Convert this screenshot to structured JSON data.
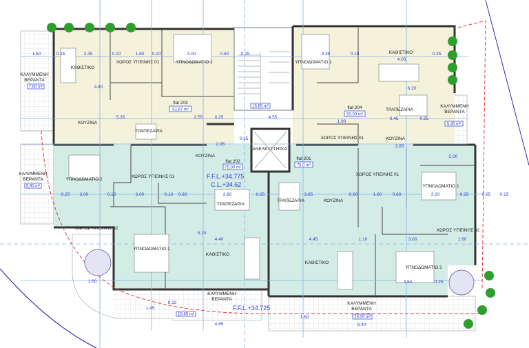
{
  "colors": {
    "flat_203_204": "#f4f2da",
    "flat_201_202": "#d3ece6",
    "dimension": "#2b3fd6",
    "wall": "#333333",
    "grid": "#7fb3ea",
    "boundary": "#e03a3a"
  },
  "flats": [
    {
      "name": "flat 203",
      "area": "51.87 m²"
    },
    {
      "name": "flat 204",
      "area": "50.00 m²"
    },
    {
      "name": "flat 202",
      "area": "75.00 m²"
    },
    {
      "name": "flat 201",
      "area": "75.0 m²"
    }
  ],
  "rooms": {
    "living": "ΚΑΘΙΣΤΙΚΟ",
    "bedroom1": "ΥΠΝΟΔΩΜΑΤΙΟ 1",
    "bedroom2": "ΥΠΝΟΔΩΜΑΤΙΟ 2",
    "kitchen": "ΚΟΥΖΙΝΑ",
    "dining": "ΤΡΑΠΕΖΑΡΙΑ",
    "bath01": "ΧΩΡΟΣ ΥΓΙΕΙΝΗΣ 01",
    "bath02": "ΧΩΡΟΣ ΥΓΙΕΙΝΗΣ 02",
    "elevator": "ΑΝΕΛΚΥΣΤΗΡΑΣ",
    "veranda_l1": "ΚΑΛΥΜΜΕΝΗ",
    "veranda_l2": "ΒΕΡΑΝΤΑ"
  },
  "veranda_areas": [
    "7.60 m²",
    "5.90 m²",
    "5.45 m²",
    "18.85 m²",
    "18.00 m²"
  ],
  "stair_area": "15.85 m²",
  "levels": {
    "ffl_1": "F.F.L.+34.775",
    "cl": "C.L.+34.62",
    "ffl_2": "F.F.L.+34.725"
  },
  "dims": [
    "1.50",
    "0.25",
    "3.35",
    "0.10",
    "1.60",
    "0.10",
    "3.00",
    "0.60",
    "0.25",
    "3.30",
    "0.10",
    "4.05",
    "0.25",
    "4.80",
    "5.35",
    "2.55",
    "0.25",
    "4.55",
    "1.90",
    "3.45",
    "0.25",
    "2.95",
    "0.25",
    "2.85",
    "0.25",
    "3.00",
    "0.10",
    "3.00",
    "0.10",
    "0.60",
    "3.80",
    "0.25",
    "3.85",
    "0.60",
    "1.60",
    "0.60",
    "3.20",
    "0.25",
    "0.65",
    "0.15",
    "4.40",
    "4.45",
    "1.10",
    "3.00",
    "1.60",
    "3.60",
    "0.25",
    "1.60",
    "9.32",
    "4.65",
    "8.40",
    "1.45",
    "1.60",
    "5.10",
    "6.20",
    "2.00"
  ]
}
